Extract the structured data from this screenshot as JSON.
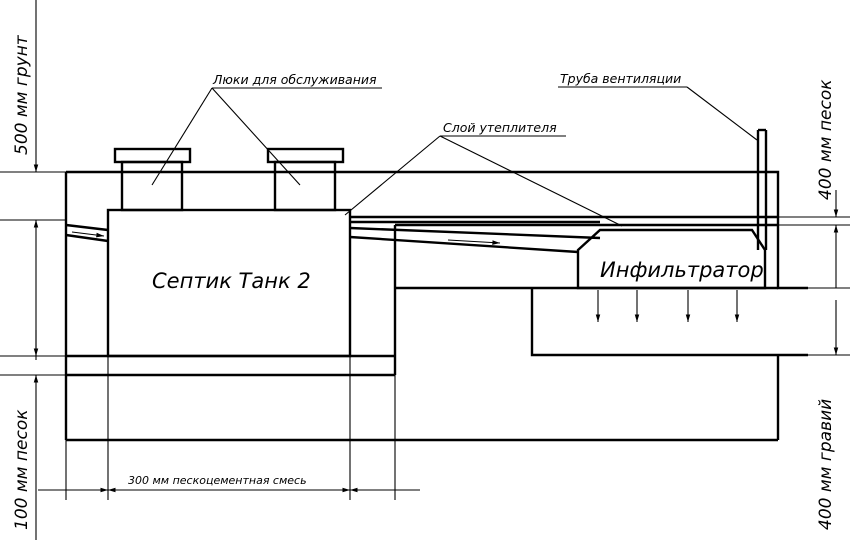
{
  "labels": {
    "hatches": "Люки для обслуживания",
    "vent_pipe": "Труба вентиляции",
    "insulation": "Слой утеплителя",
    "tank": "Септик Танк 2",
    "infiltrator": "Инфильтратор",
    "mix": "300 мм пескоцементная смесь"
  },
  "dimensions": {
    "top_soil": "500 мм грунт",
    "bottom_sand": "100 мм песок",
    "right_sand": "400 мм песок",
    "right_gravel": "400 мм гравий"
  }
}
